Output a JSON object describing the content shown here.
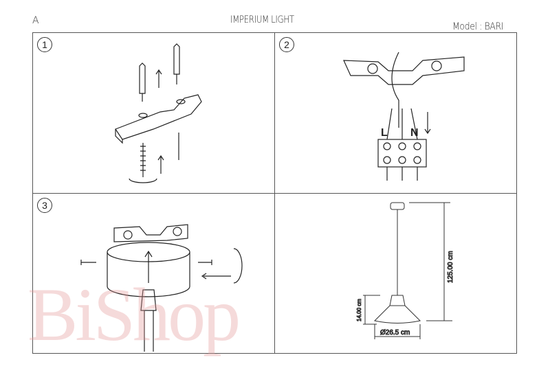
{
  "header": {
    "letter": "A",
    "title": "IMPERIUM LIGHT",
    "model": "Model : BARI"
  },
  "steps": [
    {
      "number": "1"
    },
    {
      "number": "2",
      "terminal_labels": [
        "L",
        "N"
      ]
    },
    {
      "number": "3"
    }
  ],
  "dimensions": {
    "height_total": "125.00 cm",
    "shade_height": "14.00 cm",
    "diameter": "Ø26.5 cm"
  },
  "watermark": "BiShop"
}
